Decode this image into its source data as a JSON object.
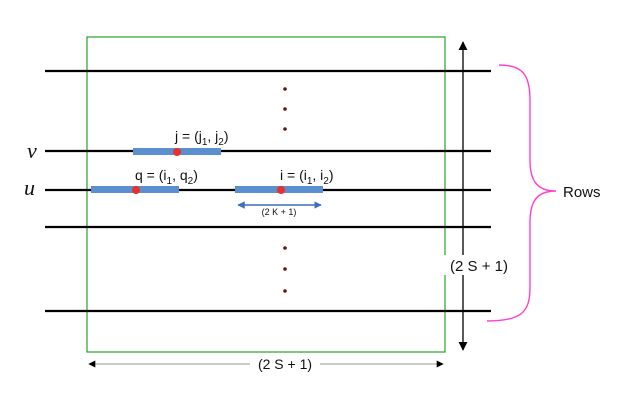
{
  "diagram": {
    "row_labels": {
      "v": "v",
      "u": "u"
    },
    "points": {
      "j": {
        "main": "j = (j",
        "s1": "1",
        "mid": ", j",
        "s2": "2",
        "end": ")"
      },
      "q": {
        "main": "q = (i",
        "s1": "1",
        "mid": ", q",
        "s2": "2",
        "end": ")"
      },
      "i": {
        "main": "i = (i",
        "s1": "1",
        "mid": ", i",
        "s2": "2",
        "end": ")"
      }
    },
    "window_width_label": "(2 K + 1)",
    "vertical_extent_label": "(2 S + 1)",
    "horizontal_extent_label": "(2 S + 1)",
    "brace_label": "Rows",
    "colors": {
      "grid_box": "#2aa02a",
      "segment": "#5b8fd0",
      "point": "#e8312b",
      "dots": "#5a1a1a",
      "brace": "#ff3fd2",
      "window_arrow": "#3b6fbf",
      "line": "#000000"
    }
  }
}
